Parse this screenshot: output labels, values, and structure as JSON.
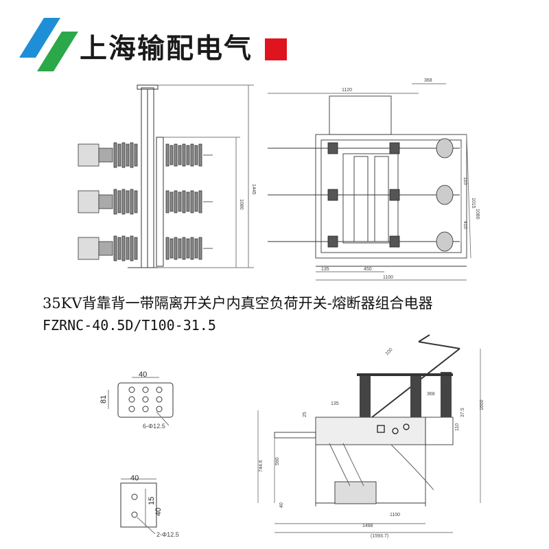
{
  "brand": {
    "name": "上海输配电气",
    "colors": {
      "blue": "#1e8fd6",
      "green": "#2aa84a",
      "red": "#e0141e"
    }
  },
  "caption": {
    "line1": "35KV背靠背一带隔离开关户内真空负荷开关-熔断器组合电器",
    "line2": "FZRNC-40.5D/T100-31.5"
  },
  "dims": {
    "top_front": {
      "height_total": "1445",
      "height_inner": "1080"
    },
    "top_plan": {
      "width_1120": "1120",
      "d368": "368",
      "d135": "135",
      "d450": "450",
      "d1100": "1100",
      "d110": "110",
      "d410": "410",
      "d1015": "1015",
      "d1080": "1080"
    },
    "flange_6": {
      "w": "40",
      "h": "81",
      "holes": "6-Φ12.5"
    },
    "flange_2": {
      "w": "40",
      "h1": "15",
      "h2": "40",
      "holes": "2-Φ12.5"
    },
    "side": {
      "d135": "135",
      "d25": "25",
      "d368": "368",
      "d37_5": "37.5",
      "d110": "110",
      "d1600": "1600",
      "d590": "590",
      "d744_6": "744.6",
      "d40": "40",
      "d1100": "1100",
      "d1488": "1488",
      "d1593_7": "(1593.7)",
      "d100": "100"
    }
  }
}
